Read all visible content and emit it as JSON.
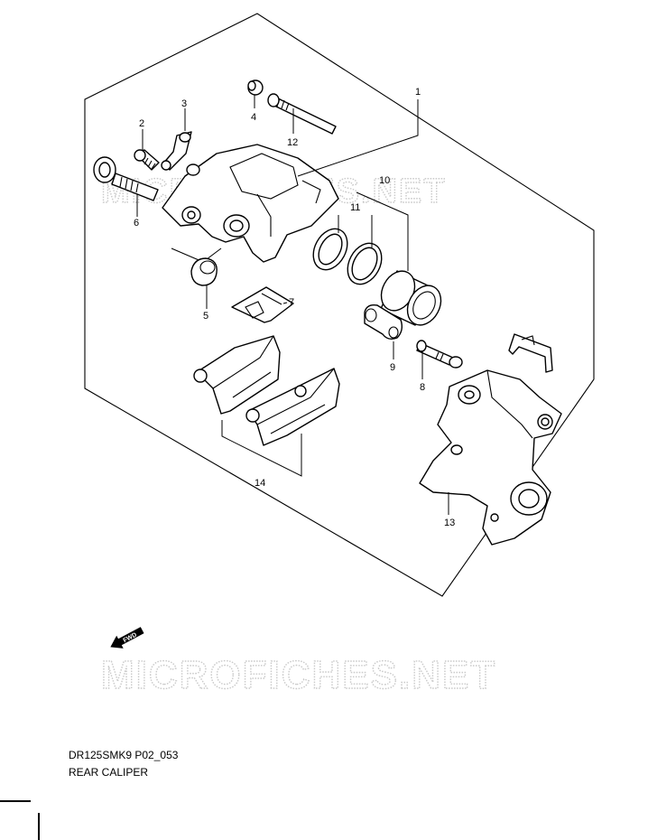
{
  "diagram_code": "DR125SMK9 P02_053",
  "diagram_title": "REAR CALIPER",
  "watermark": "MICROFICHES.NET",
  "fwd_label": "FWD",
  "callouts": [
    {
      "id": "1",
      "part": "caliper-assembly"
    },
    {
      "id": "2",
      "part": "bleeder-screw"
    },
    {
      "id": "3",
      "part": "bleeder-cap"
    },
    {
      "id": "4",
      "part": "pin-cap"
    },
    {
      "id": "5",
      "part": "boot"
    },
    {
      "id": "6",
      "part": "bolt"
    },
    {
      "id": "7",
      "part": "pad-spring"
    },
    {
      "id": "8",
      "part": "pin"
    },
    {
      "id": "9",
      "part": "boot"
    },
    {
      "id": "10",
      "part": "piston"
    },
    {
      "id": "11",
      "part": "piston-seals"
    },
    {
      "id": "12",
      "part": "pad-pin"
    },
    {
      "id": "13",
      "part": "caliper-bracket"
    },
    {
      "id": "14",
      "part": "brake-pads"
    }
  ],
  "colors": {
    "line": "#000000",
    "watermark": "#c9c9c9",
    "background": "#ffffff"
  }
}
